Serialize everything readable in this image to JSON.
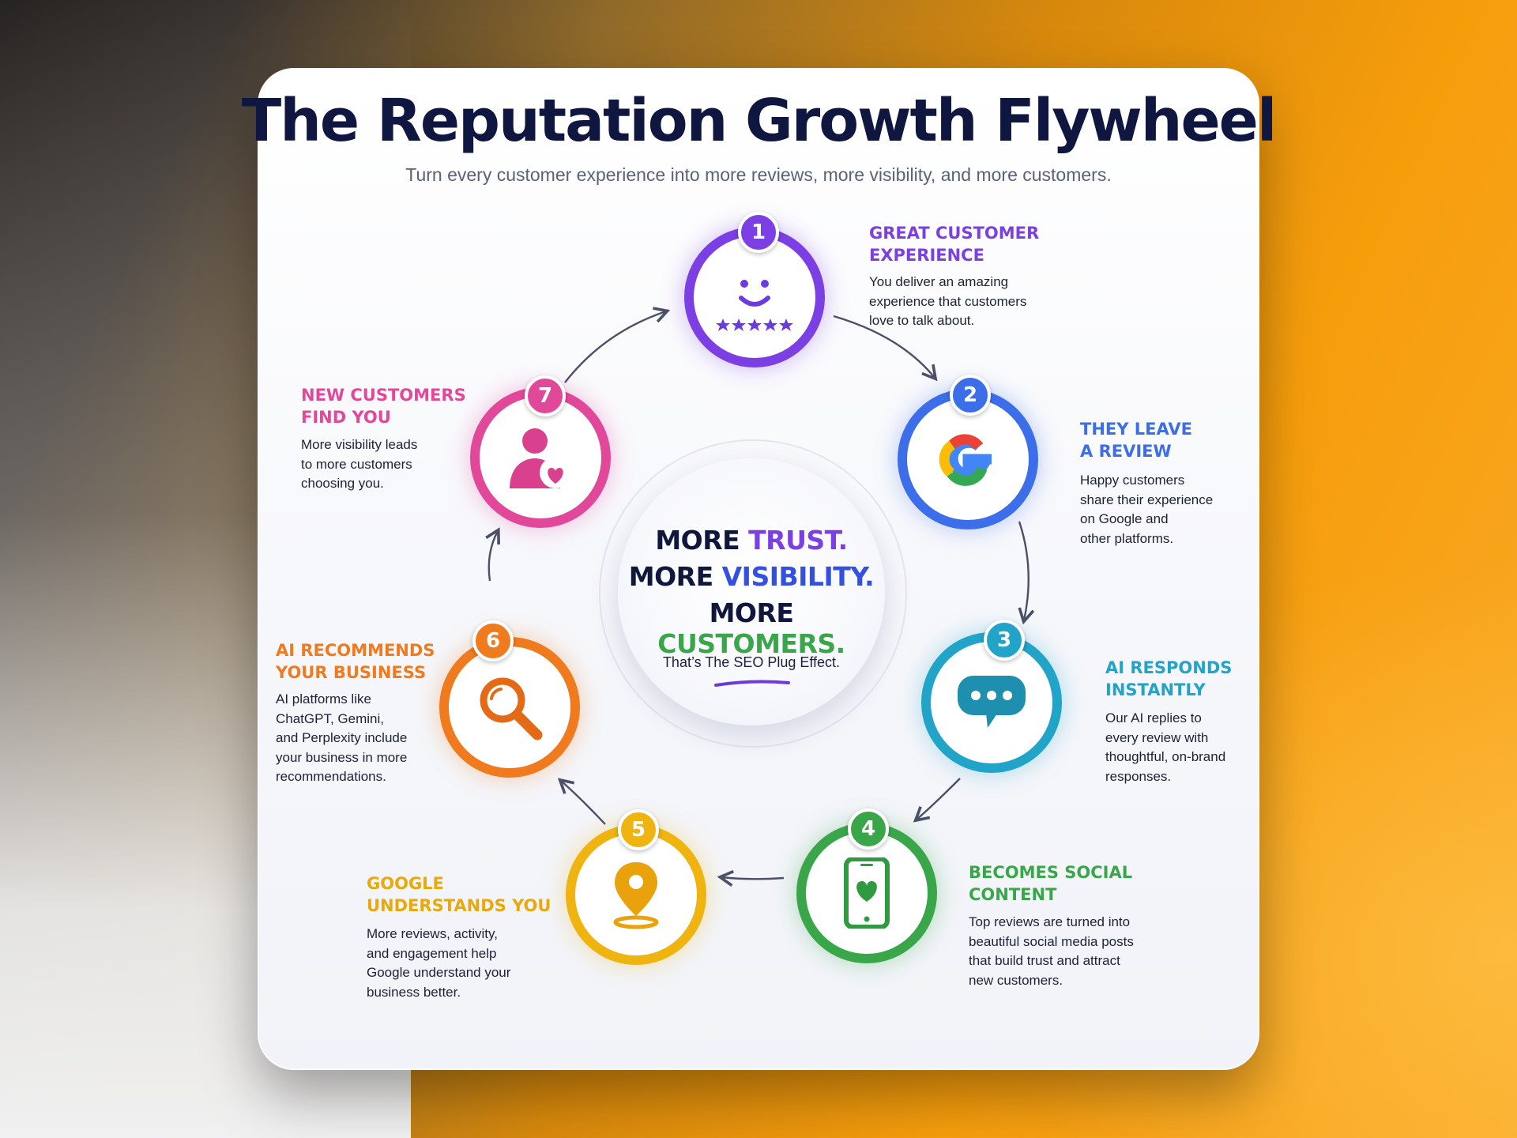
{
  "header": {
    "title": "The Reputation Growth Flywheel",
    "subtitle": "Turn every customer experience into more reviews, more visibility, and more customers."
  },
  "center": {
    "line1_prefix": "MORE ",
    "line1_highlight": "TRUST.",
    "line2_prefix": "MORE ",
    "line2_highlight": "VISIBILITY.",
    "line3_prefix": "MORE ",
    "line3_highlight": "CUSTOMERS.",
    "tagline": "That’s The SEO Plug Effect."
  },
  "steps": [
    {
      "number": "1",
      "title_line1": "GREAT CUSTOMER",
      "title_line2": "EXPERIENCE",
      "desc": [
        "You deliver an amazing",
        "experience that customers",
        "love to talk about."
      ],
      "color": "#7b3fe4",
      "icon": "smiley-stars-icon"
    },
    {
      "number": "2",
      "title_line1": "THEY LEAVE",
      "title_line2": "A REVIEW",
      "desc": [
        "Happy customers",
        "share their experience",
        "on Google and",
        "other platforms."
      ],
      "color": "#3b6ee8",
      "icon": "google-g-icon"
    },
    {
      "number": "3",
      "title_line1": "AI RESPONDS",
      "title_line2": "INSTANTLY",
      "desc": [
        "Our AI replies to",
        "every review with",
        "thoughtful, on-brand",
        "responses."
      ],
      "color": "#22a3c8",
      "icon": "chat-bubble-icon"
    },
    {
      "number": "4",
      "title_line1": "BECOMES SOCIAL",
      "title_line2": "CONTENT",
      "desc": [
        "Top reviews are turned into",
        "beautiful social media posts",
        "that build trust and attract",
        "new customers."
      ],
      "color": "#3aa64a",
      "icon": "phone-heart-icon"
    },
    {
      "number": "5",
      "title_line1": "GOOGLE",
      "title_line2": "UNDERSTANDS YOU",
      "desc": [
        "More reviews, activity,",
        "and engagement help",
        "Google understand your",
        "business better."
      ],
      "color": "#efb40f",
      "icon": "map-pin-icon"
    },
    {
      "number": "6",
      "title_line1": "AI RECOMMENDS",
      "title_line2": "YOUR BUSINESS",
      "desc": [
        "AI platforms like",
        "ChatGPT, Gemini,",
        "and Perplexity include",
        "your business in more",
        "recommendations."
      ],
      "color": "#f07a1e",
      "icon": "magnifier-icon"
    },
    {
      "number": "7",
      "title_line1": "NEW CUSTOMERS",
      "title_line2": "FIND YOU",
      "desc": [
        "More visibility leads",
        "to more customers",
        "choosing you."
      ],
      "color": "#e2489a",
      "icon": "person-heart-icon"
    }
  ],
  "colors": {
    "title": "#0f1640",
    "trust": "#7b3fe4",
    "visibility": "#3450e0",
    "customers": "#3aa64a",
    "arrow": "#4a5068"
  }
}
